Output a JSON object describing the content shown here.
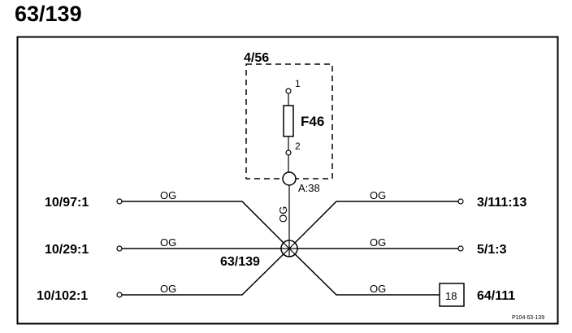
{
  "page_title": "63/139",
  "module": {
    "label": "4/56"
  },
  "fuse": {
    "label": "F46",
    "pin_top": "1",
    "pin_bottom": "2"
  },
  "connector": {
    "label": "A:38",
    "wire_color": "OG"
  },
  "splice": {
    "label": "63/139"
  },
  "wires": [
    {
      "endpoint": "10/97:1",
      "color": "OG"
    },
    {
      "endpoint": "10/29:1",
      "color": "OG"
    },
    {
      "endpoint": "10/102:1",
      "color": "OG"
    },
    {
      "endpoint": "3/111:13",
      "color": "OG"
    },
    {
      "endpoint": "5/1:3",
      "color": "OG"
    },
    {
      "endpoint": "64/111",
      "color": "OG"
    }
  ],
  "ground_box": {
    "label": "18"
  },
  "reference": "P104 63-139",
  "colors": {
    "line": "#000000",
    "background": "#ffffff"
  }
}
